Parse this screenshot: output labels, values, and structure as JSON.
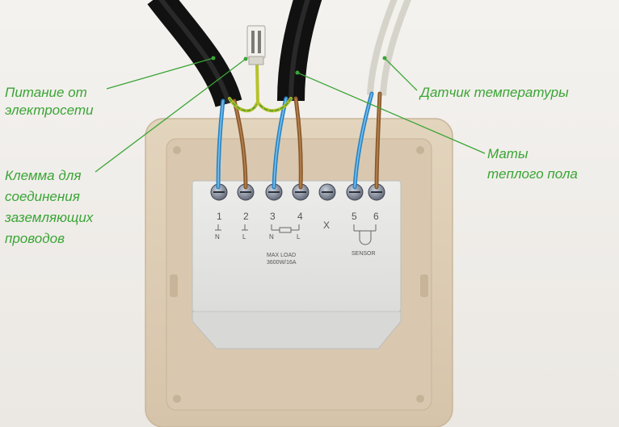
{
  "labels": {
    "power": [
      "Питание от",
      "электросети"
    ],
    "ground_clamp": [
      "Клемма для",
      "соединения",
      "заземляющих",
      "проводов"
    ],
    "sensor": [
      "Датчик температуры"
    ],
    "heating_mats": [
      "Маты",
      "теплого пола"
    ]
  },
  "device": {
    "terminal_numbers": [
      "1",
      "2",
      "3",
      "4",
      "5",
      "6"
    ],
    "terminal_letters": [
      "N",
      "L",
      "N",
      "L"
    ],
    "unused_mark": "X",
    "max_load_title": "MAX LOAD",
    "max_load_value": "3600W/16A",
    "sensor_text": "SENSOR"
  },
  "colors": {
    "label_green": "#3aa536",
    "wire_blue": "#3c9bd6",
    "wire_brown": "#8a5a2b",
    "cable_black": "#1b1b1b",
    "cable_white": "#e8e6e0",
    "frame": "#dccbb2",
    "module": "#e4e4e2"
  }
}
